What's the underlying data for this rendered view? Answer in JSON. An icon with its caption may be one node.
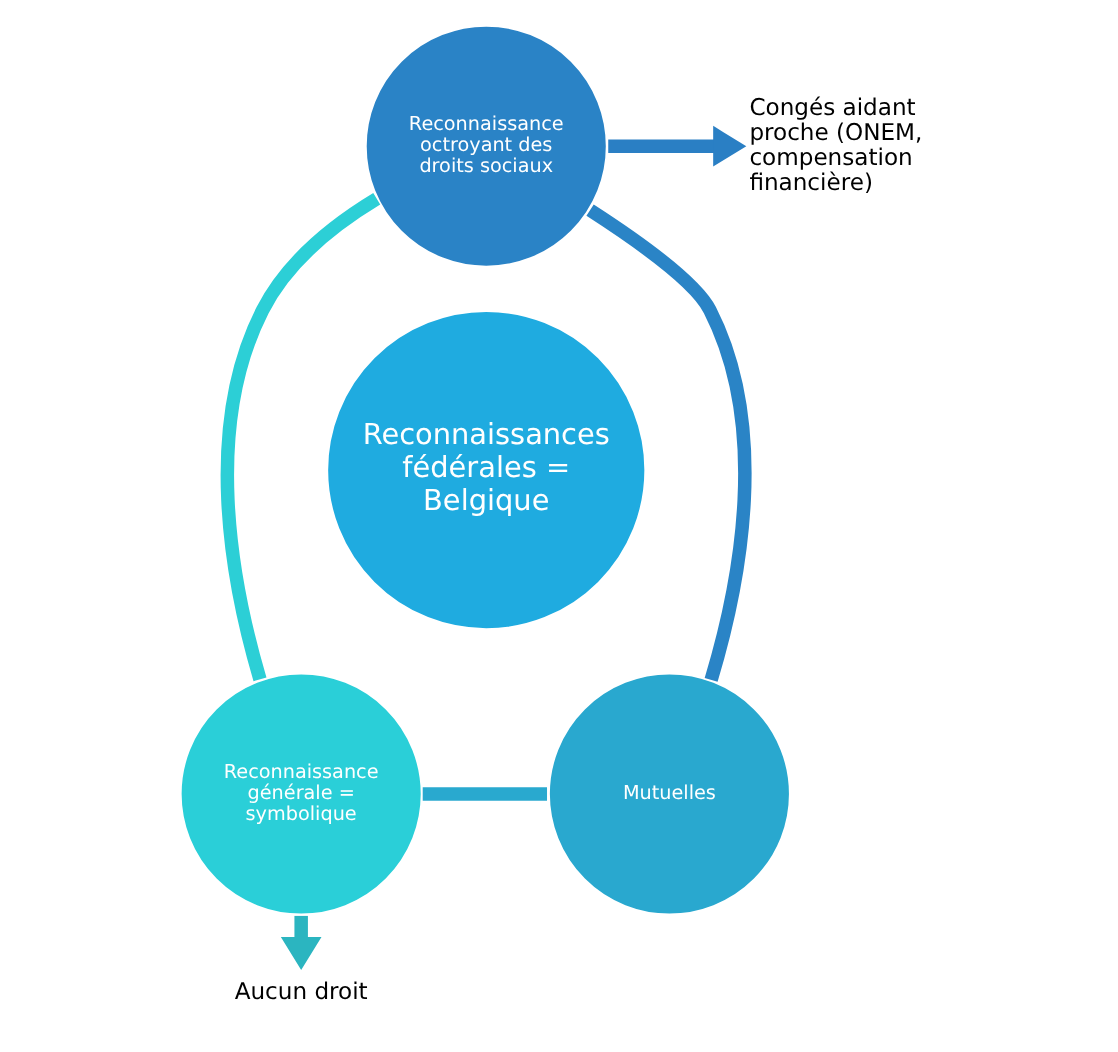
{
  "diagram": {
    "nodes": [
      {
        "text": [
          "Reconnaissance octroyant des droits sociaux"
        ]
      },
      {
        "text": [
          "Congés aidant proche (ONEM, compensation financière)"
        ]
      },
      {
        "text": [
          "Reconnaissances fédérales = Belgique"
        ]
      },
      {
        "text": [
          "Reconnaissance générale = symbolique"
        ]
      },
      {
        "text": [
          "Mutuelles"
        ]
      },
      {
        "text": [
          "Aucun droit"
        ]
      }
    ],
    "edges": [
      {
        "from": 0,
        "to": 1,
        "arrow": "to",
        "color": "#2a7fc4"
      },
      {
        "from": 0,
        "to": 4,
        "arrow": "none",
        "color": "#2a84c6"
      },
      {
        "from": 3,
        "to": 4,
        "arrow": "none",
        "color": "#29a9cf"
      },
      {
        "from": 0,
        "to": 3,
        "arrow": "none",
        "color": "#2ccfd6"
      },
      {
        "from": 3,
        "to": 5,
        "arrow": "to",
        "color": "#2bb5c0"
      }
    ]
  }
}
